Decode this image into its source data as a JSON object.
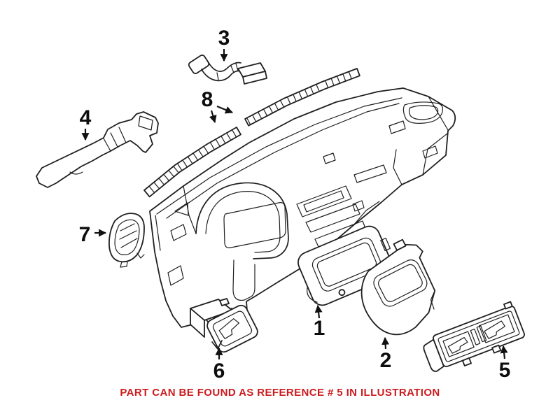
{
  "figure": {
    "background_color": "#FFFFFF",
    "line_color": "#1F1F1F",
    "callouts": [
      {
        "label": "1"
      },
      {
        "label": "2"
      },
      {
        "label": "3"
      },
      {
        "label": "4"
      },
      {
        "label": "5"
      },
      {
        "label": "6"
      },
      {
        "label": "7"
      },
      {
        "label": "8"
      }
    ],
    "caption": {
      "text": "PART CAN BE FOUND AS REFERENCE # 5 IN ILLUSTRATION",
      "color": "#CC1B1E"
    }
  }
}
